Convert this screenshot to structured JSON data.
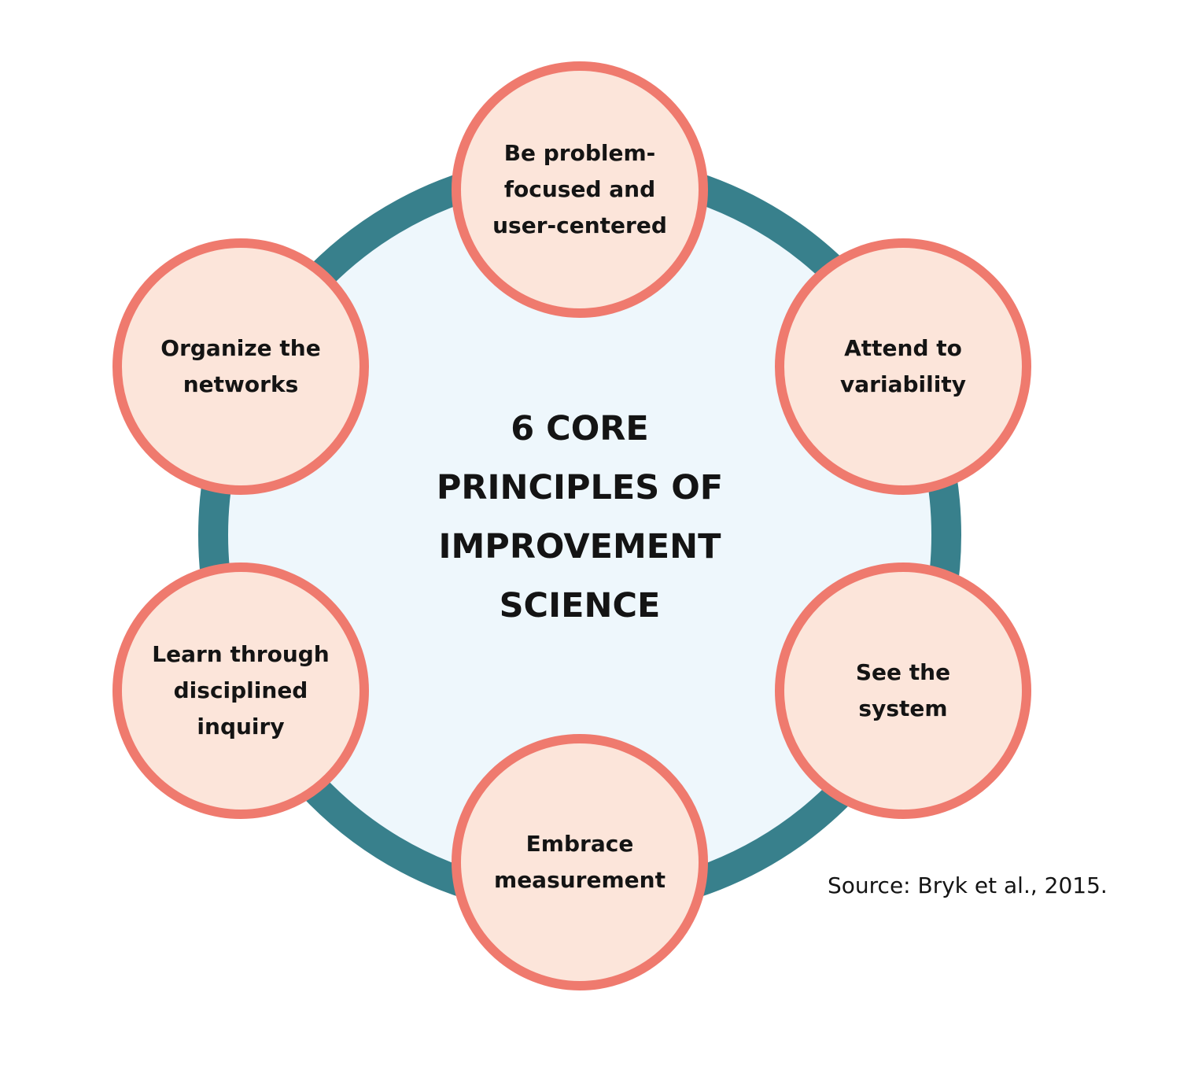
{
  "colors": {
    "ring": "#38808c",
    "inner_fill": "#eef7fc",
    "node_border": "#ef7a6e",
    "node_fill": "#fce5da",
    "text": "#141414"
  },
  "center": {
    "lines": [
      "6 CORE",
      "PRINCIPLES OF",
      "IMPROVEMENT",
      "SCIENCE"
    ]
  },
  "principles": [
    {
      "lines": [
        "Be problem-",
        "focused and",
        "user-centered"
      ]
    },
    {
      "lines": [
        "Attend to",
        "variability"
      ]
    },
    {
      "lines": [
        "See the",
        "system"
      ]
    },
    {
      "lines": [
        "Embrace",
        "measurement"
      ]
    },
    {
      "lines": [
        "Learn through",
        "disciplined",
        "inquiry"
      ]
    },
    {
      "lines": [
        "Organize the",
        "networks"
      ]
    }
  ],
  "source": "Source: Bryk et al., 2015."
}
